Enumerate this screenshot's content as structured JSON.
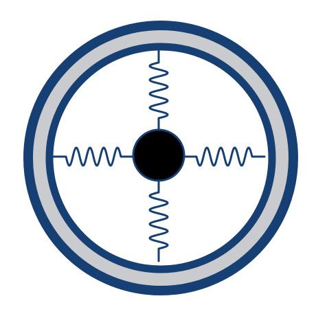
{
  "diagram": {
    "description_kind": "mass-spring schematic",
    "colors": {
      "ring_stroke": "#163F73",
      "ring_fill": "#C9CBCE",
      "inner_fill": "#FFFFFF",
      "spring": "#163F73",
      "mass": "#000000",
      "background": "#FFFFFF"
    },
    "springs": [
      {
        "id": "top"
      },
      {
        "id": "bottom"
      },
      {
        "id": "left"
      },
      {
        "id": "right"
      }
    ]
  }
}
